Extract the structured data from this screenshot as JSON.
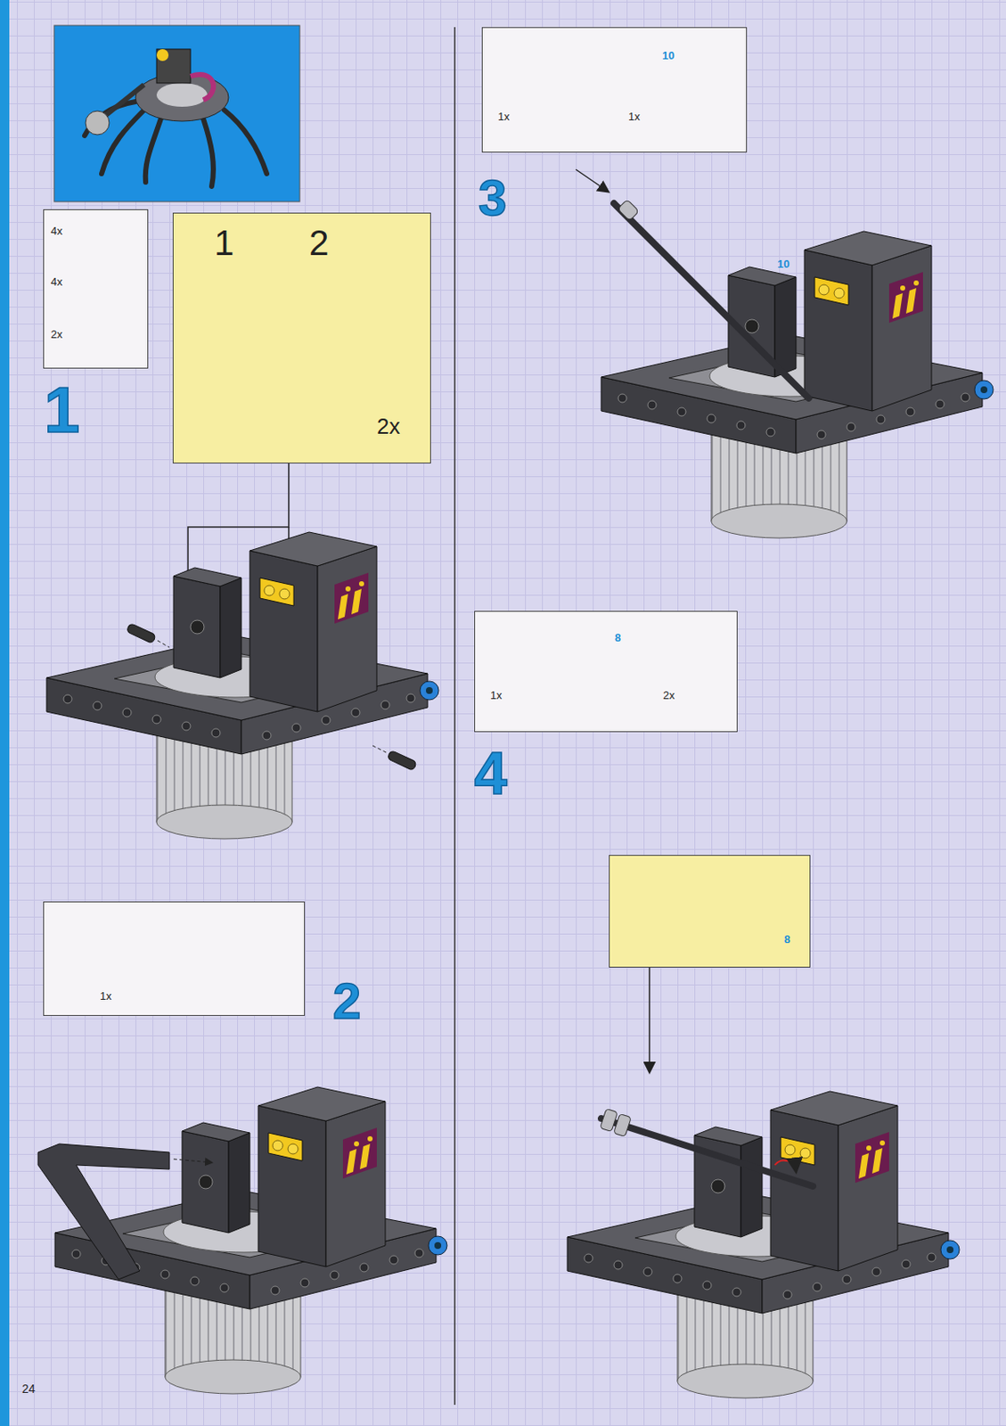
{
  "diagram": {
    "nodes": [
      {
        "text": [
          "4x",
          "4x",
          "2x"
        ]
      },
      {
        "text": [
          "1",
          "2",
          "2x"
        ]
      },
      {
        "text": [
          "1x"
        ]
      },
      {
        "text": [
          "10",
          "1x",
          "1x"
        ]
      },
      {
        "text": [
          "8",
          "1x",
          "2x"
        ]
      },
      {
        "text": [
          "8"
        ]
      }
    ],
    "edges": [],
    "labels": [
      "1",
      "2",
      "3",
      "4",
      "10",
      "24"
    ]
  }
}
